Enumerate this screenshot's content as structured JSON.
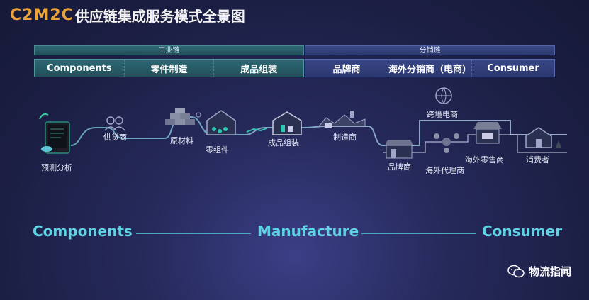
{
  "title": {
    "prefix": "C2M2C",
    "rest": "供应链集成服务模式全景图"
  },
  "bands": {
    "industrial": "工业链",
    "distribution": "分销链"
  },
  "headers": {
    "left": [
      "Components",
      "零件制造",
      "成品组装"
    ],
    "right": [
      "品牌商",
      "海外分销商（电商）",
      "Consumer"
    ]
  },
  "flow": {
    "forecast": "预测分析",
    "supplier": "供货商",
    "raw_material": "原材料",
    "parts": "零组件",
    "assembly": "成品组装",
    "manufacturer": "制造商",
    "brand": "品牌商",
    "cross_border": "跨境电商",
    "overseas_agent": "海外代理商",
    "overseas_retail": "海外零售商",
    "consumer": "消费者"
  },
  "bottom": {
    "components": "Components",
    "manufacture": "Manufacture",
    "consumer": "Consumer"
  },
  "watermark": "物流指闻",
  "colors": {
    "accent_orange": "#e9a33a",
    "teal_text": "#5fd3e3",
    "background": "#1f2248"
  }
}
